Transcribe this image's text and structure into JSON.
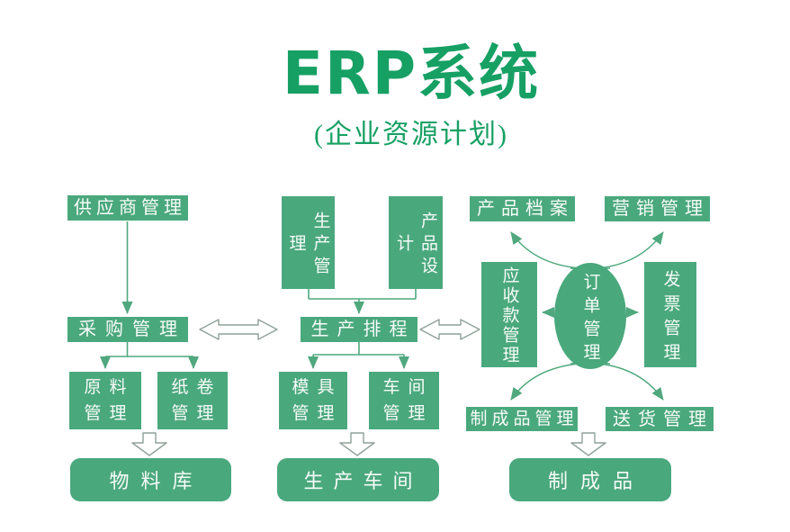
{
  "title": "ERP系统",
  "subtitle": "(企业资源计划)",
  "colors": {
    "box_green": "#4aa87d",
    "title_green": "#17a064",
    "connector_green": "#4fa87e",
    "hollow_outline_gray": "#8fa198",
    "text_white": "#f7fbf8",
    "background": "#ffffff"
  },
  "nodes": {
    "supplier": "供应商管理",
    "purchasing": "采购管理",
    "raw_material": "原料管理",
    "paper_roll": "纸卷管理",
    "material_warehouse": "物料库",
    "production_mgmt": "生产管理",
    "product_design": "产品设计",
    "production_schedule": "生产排程",
    "mold_mgmt": "模具管理",
    "workshop_mgmt": "车间管理",
    "production_workshop": "生产车间",
    "product_archive": "产品档案",
    "marketing_mgmt": "营销管理",
    "receivables_mgmt": "应收款管理",
    "order_mgmt": "订单管理",
    "invoice_mgmt": "发票管理",
    "finished_goods_mgmt": "制成品管理",
    "delivery_mgmt": "送货管理",
    "finished_goods": "制成品"
  },
  "edges": [
    {
      "from": "supplier",
      "to": "purchasing",
      "style": "solid-arrow"
    },
    {
      "from": "purchasing",
      "to": "raw_material",
      "style": "solid-arrow"
    },
    {
      "from": "purchasing",
      "to": "paper_roll",
      "style": "solid-arrow"
    },
    {
      "from": "raw_material,paper_roll",
      "to": "material_warehouse",
      "style": "block-arrow"
    },
    {
      "from": "production_mgmt",
      "to": "production_schedule",
      "style": "solid-arrow"
    },
    {
      "from": "product_design",
      "to": "production_schedule",
      "style": "solid-arrow"
    },
    {
      "from": "purchasing",
      "to": "production_schedule",
      "style": "double-hollow-arrow"
    },
    {
      "from": "production_schedule",
      "to": "receivables_mgmt",
      "style": "double-hollow-arrow"
    },
    {
      "from": "production_schedule",
      "to": "mold_mgmt",
      "style": "solid-arrow"
    },
    {
      "from": "production_schedule",
      "to": "workshop_mgmt",
      "style": "solid-arrow"
    },
    {
      "from": "mold_mgmt,workshop_mgmt",
      "to": "production_workshop",
      "style": "block-arrow"
    },
    {
      "from": "order_mgmt",
      "to": "product_archive",
      "style": "curved-arrow"
    },
    {
      "from": "order_mgmt",
      "to": "marketing_mgmt",
      "style": "curved-arrow"
    },
    {
      "from": "order_mgmt",
      "to": "receivables_mgmt",
      "style": "solid-arrow"
    },
    {
      "from": "order_mgmt",
      "to": "invoice_mgmt",
      "style": "solid-arrow"
    },
    {
      "from": "order_mgmt",
      "to": "finished_goods_mgmt",
      "style": "curved-arrow"
    },
    {
      "from": "order_mgmt",
      "to": "delivery_mgmt",
      "style": "curved-arrow"
    },
    {
      "from": "finished_goods_mgmt",
      "to": "finished_goods",
      "style": "block-arrow"
    }
  ]
}
